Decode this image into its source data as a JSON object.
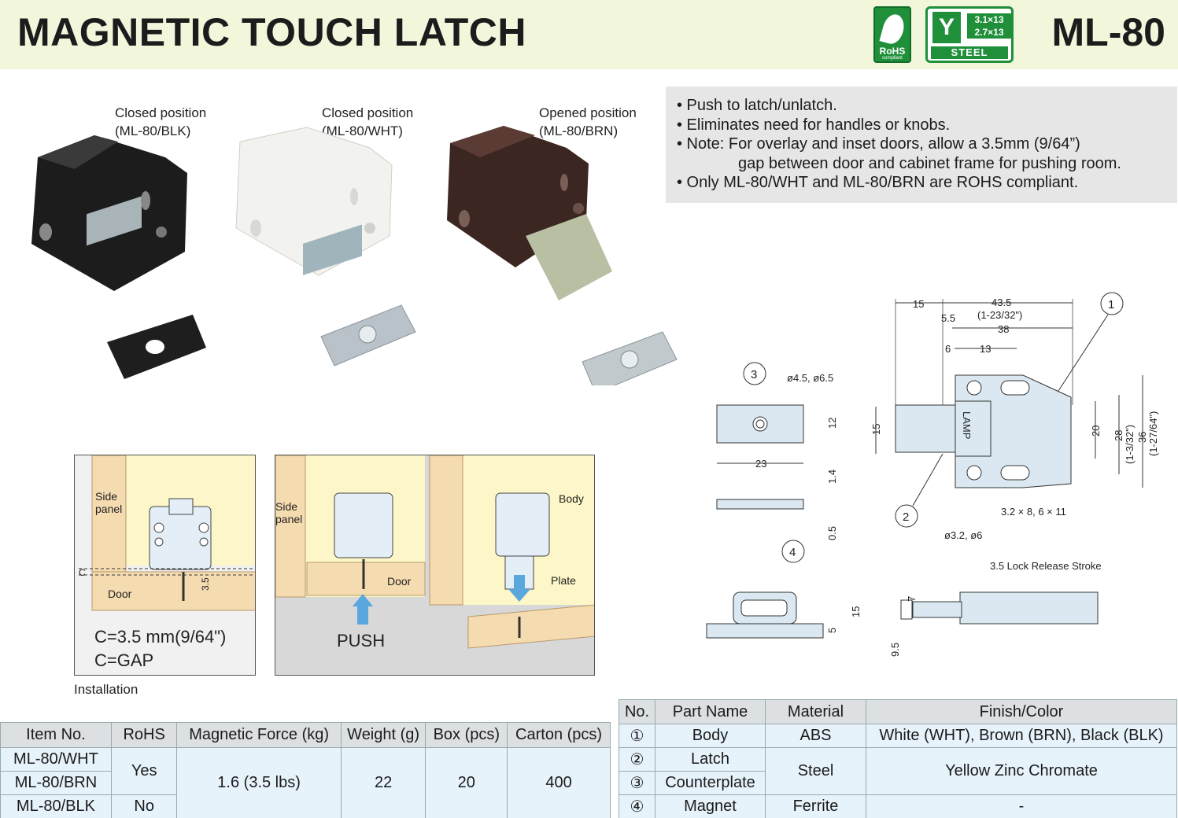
{
  "header": {
    "title": "MAGNETIC TOUCH LATCH",
    "model": "ML-80",
    "rohs_label": "RoHS",
    "rohs_sub": "compliant",
    "steel_size_1": "3.1×13",
    "steel_size_2": "2.7×13",
    "steel_label": "STEEL",
    "colors": {
      "header_bg": "#f2f7dc",
      "badge_green": "#1f8f3a",
      "table_header": "#dde0e3",
      "table_cell": "#e7f3fb",
      "arrow_blue": "#5aa7dd"
    }
  },
  "products": [
    {
      "position": "Closed position",
      "code": "(ML-80/BLK)",
      "color": "#1e1e1e"
    },
    {
      "position": "Closed position",
      "code": "(ML-80/WHT)",
      "color": "#f4f4f2"
    },
    {
      "position": "Opened position",
      "code": "(ML-80/BRN)",
      "color": "#3b2622"
    }
  ],
  "features": [
    "• Push to latch/unlatch.",
    "• Eliminates need for handles or knobs.",
    "• Note: For overlay and inset doors, allow a 3.5mm (9/64”)",
    "gap between door and cabinet frame for pushing room.",
    "• Only ML-80/WHT and ML-80/BRN are ROHS compliant."
  ],
  "installation": {
    "panel1": {
      "side_panel_1": "Side",
      "side_panel_2": "panel",
      "door": "Door",
      "gap_dim": "3.5",
      "gap_marker": "C",
      "c_line_1": "C=3.5 mm(9/64\")",
      "c_line_2": "C=GAP"
    },
    "panel2": {
      "side_panel_1": "Side",
      "side_panel_2": "panel",
      "door": "Door",
      "push": "PUSH"
    },
    "panel3": {
      "body": "Body",
      "plate": "Plate"
    },
    "label": "Installation"
  },
  "drawings": {
    "top_dims": {
      "d15": "15",
      "d43_5": "43.5",
      "d43_5_in": "(1-23/32\")",
      "d5_5": "5.5",
      "d38": "38",
      "d6": "6",
      "d13": "13"
    },
    "side_dims": {
      "d20": "20",
      "d28": "28",
      "d28_in": "(1-3/32\")",
      "d36": "36",
      "d36_in": "(1-27/64\")",
      "d15": "15"
    },
    "callouts": {
      "c1": "1",
      "c2": "2",
      "c3": "3",
      "c4": "4"
    },
    "body_mark": "LAMP",
    "slot_label": "3.2 × 8, 6 × 11",
    "hole_label": "ø3.2, ø6",
    "plate_hole": "ø4.5, ø6.5",
    "plate_dims": {
      "d12": "12",
      "d23": "23",
      "d1_4": "1.4",
      "d0_5": "0.5"
    },
    "magnet_dims": {
      "d15": "15",
      "d5": "5"
    },
    "stroke_label": "3.5 Lock Release Stroke",
    "stroke_dims": {
      "d7": "7",
      "d9_5": "9.5"
    }
  },
  "spec_table": {
    "headers": [
      "Item No.",
      "RoHS",
      "Magnetic Force (kg)",
      "Weight (g)",
      "Box (pcs)",
      "Carton (pcs)"
    ],
    "items": [
      "ML-80/WHT",
      "ML-80/BRN",
      "ML-80/BLK"
    ],
    "rohs_yes": "Yes",
    "rohs_no": "No",
    "force": "1.6 (3.5 lbs)",
    "weight": "22",
    "box": "20",
    "carton": "400"
  },
  "parts_table": {
    "headers": [
      "No.",
      "Part Name",
      "Material",
      "Finish/Color"
    ],
    "rows": [
      {
        "no": "①",
        "name": "Body",
        "material": "ABS",
        "finish": "White (WHT), Brown (BRN), Black (BLK)"
      },
      {
        "no": "②",
        "name": "Latch",
        "material": "Steel",
        "finish": "Yellow Zinc Chromate"
      },
      {
        "no": "③",
        "name": "Counterplate",
        "material": "",
        "finish": ""
      },
      {
        "no": "④",
        "name": "Magnet",
        "material": "Ferrite",
        "finish": "-"
      }
    ]
  }
}
